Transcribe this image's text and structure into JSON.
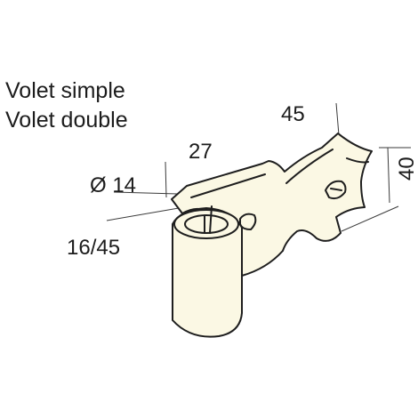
{
  "titles": {
    "line1": "Volet simple",
    "line2": "Volet double"
  },
  "dimensions": {
    "hinge_length": "45",
    "strap_width": "40",
    "offset": "27",
    "pin_diameter": "Ø 14",
    "pin_size_range": "16/45"
  },
  "colors": {
    "part_fill": "#fbf8e4",
    "outline": "#1e1e1e",
    "text": "#1c1c1c"
  }
}
